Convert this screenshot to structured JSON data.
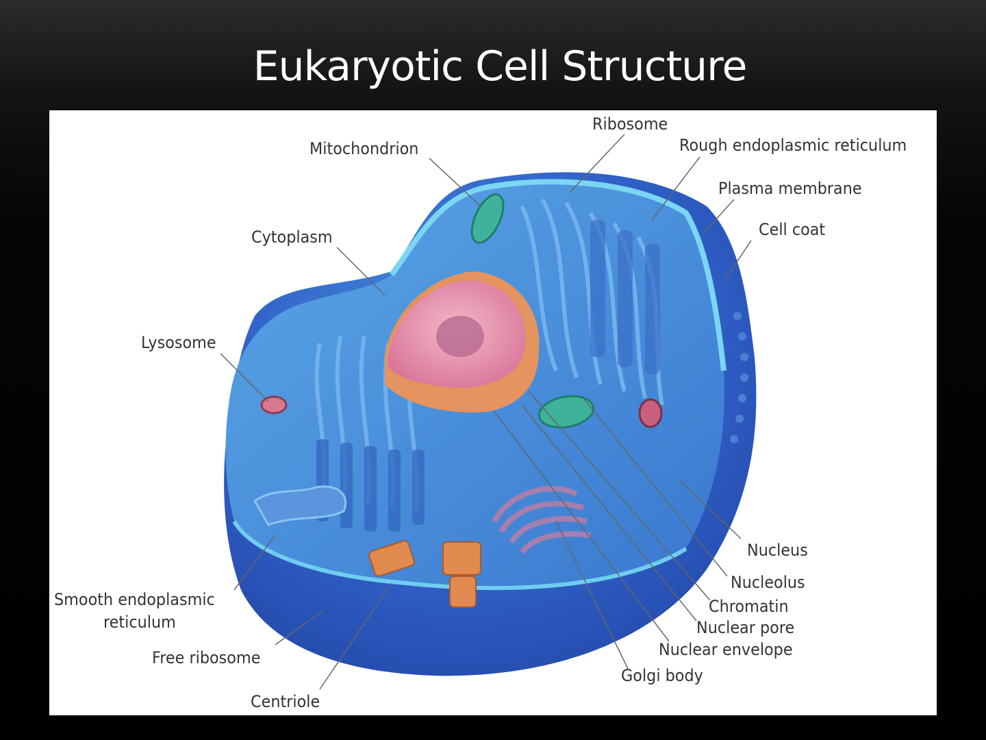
{
  "title": "Eukaryotic Cell Structure",
  "labels": {
    "ribosome": "Ribosome",
    "mitochondrion": "Mitochondrion",
    "rough_er": "Rough endoplasmic reticulum",
    "plasma_membrane": "Plasma membrane",
    "cell_coat": "Cell coat",
    "cytoplasm": "Cytoplasm",
    "lysosome": "Lysosome",
    "nucleus": "Nucleus",
    "nucleolus": "Nucleolus",
    "chromatin": "Chromatin",
    "nuclear_pore": "Nuclear pore",
    "nuclear_envelope": "Nuclear envelope",
    "golgi_body": "Golgi body",
    "smooth_er_line1": "Smooth endoplasmic",
    "smooth_er_line2": "reticulum",
    "free_ribosome": "Free ribosome",
    "centriole": "Centriole"
  },
  "colors": {
    "cell_outer": "#2a52b8",
    "cell_inner": "#3f86d8",
    "membrane_rim": "#62c4ec",
    "nucleus_pink": "#e08aa6",
    "nucleus_orange": "#e58f5c",
    "mitochondria": "#3eb39a",
    "golgi": "#a57fae",
    "centriole": "#e08a50",
    "label_text": "#333333"
  }
}
